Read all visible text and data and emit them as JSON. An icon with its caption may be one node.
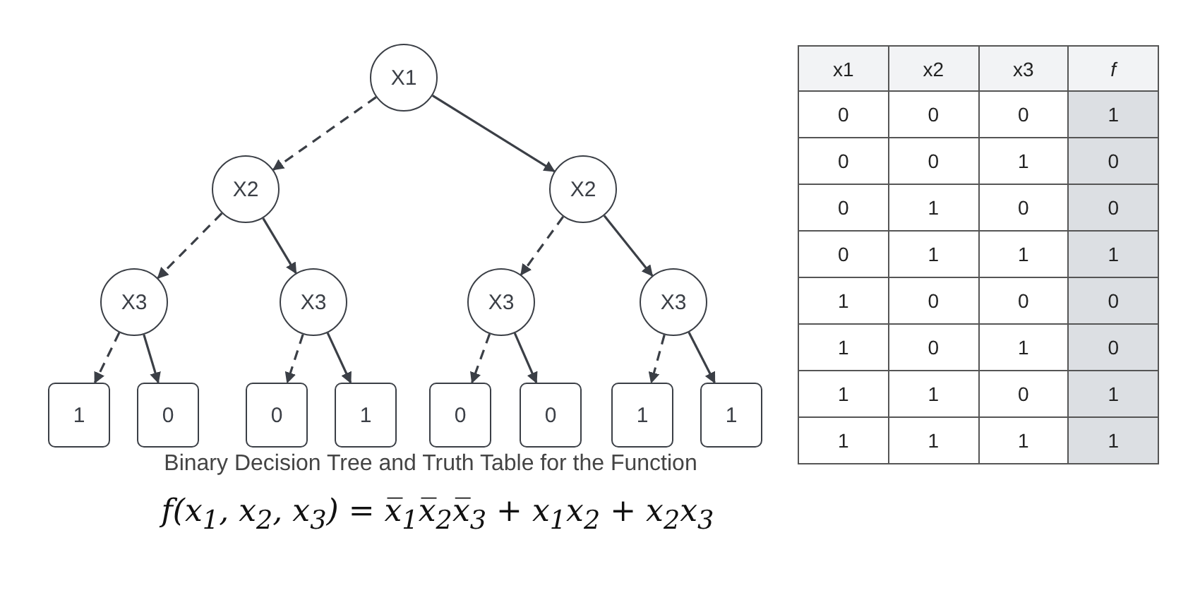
{
  "diagram": {
    "caption": "Binary Decision Tree and Truth Table for the Function",
    "nodes": [
      {
        "text": [
          "X1"
        ]
      },
      {
        "text": [
          "X2"
        ]
      },
      {
        "text": [
          "X2"
        ]
      },
      {
        "text": [
          "X3"
        ]
      },
      {
        "text": [
          "X3"
        ]
      },
      {
        "text": [
          "X3"
        ]
      },
      {
        "text": [
          "X3"
        ]
      },
      {
        "text": [
          "1"
        ]
      },
      {
        "text": [
          "0"
        ]
      },
      {
        "text": [
          "0"
        ]
      },
      {
        "text": [
          "1"
        ]
      },
      {
        "text": [
          "0"
        ]
      },
      {
        "text": [
          "0"
        ]
      },
      {
        "text": [
          "1"
        ]
      },
      {
        "text": [
          "1"
        ]
      }
    ],
    "edges": [
      {
        "from": 0,
        "to": 1,
        "arrow": "to",
        "style": "dashed"
      },
      {
        "from": 0,
        "to": 2,
        "arrow": "to"
      },
      {
        "from": 1,
        "to": 3,
        "arrow": "to",
        "style": "dashed"
      },
      {
        "from": 1,
        "to": 4,
        "arrow": "to"
      },
      {
        "from": 2,
        "to": 5,
        "arrow": "to",
        "style": "dashed"
      },
      {
        "from": 2,
        "to": 6,
        "arrow": "to"
      },
      {
        "from": 3,
        "to": 7,
        "arrow": "to",
        "style": "dashed"
      },
      {
        "from": 3,
        "to": 8,
        "arrow": "to"
      },
      {
        "from": 4,
        "to": 9,
        "arrow": "to",
        "style": "dashed"
      },
      {
        "from": 4,
        "to": 10,
        "arrow": "to"
      },
      {
        "from": 5,
        "to": 11,
        "arrow": "to",
        "style": "dashed"
      },
      {
        "from": 5,
        "to": 12,
        "arrow": "to"
      },
      {
        "from": 6,
        "to": 13,
        "arrow": "to",
        "style": "dashed"
      },
      {
        "from": 6,
        "to": 14,
        "arrow": "to"
      }
    ],
    "labels": [
      "x1",
      "x2",
      "x3",
      "f",
      "0",
      "0",
      "0",
      "1",
      "0",
      "0",
      "1",
      "0",
      "0",
      "1",
      "0",
      "0",
      "0",
      "1",
      "1",
      "1",
      "1",
      "0",
      "0",
      "0",
      "1",
      "0",
      "1",
      "0",
      "1",
      "1",
      "0",
      "1",
      "1",
      "1",
      "1",
      "1",
      "f(x$_{1}$, x$_{2}$, x$_{3}$) = x̅$_{1}$x̅$_{2}$x̅$_{3}$ + x$_{1}$x$_{2}$ + x$_{2}$x$_{3}$"
    ]
  }
}
